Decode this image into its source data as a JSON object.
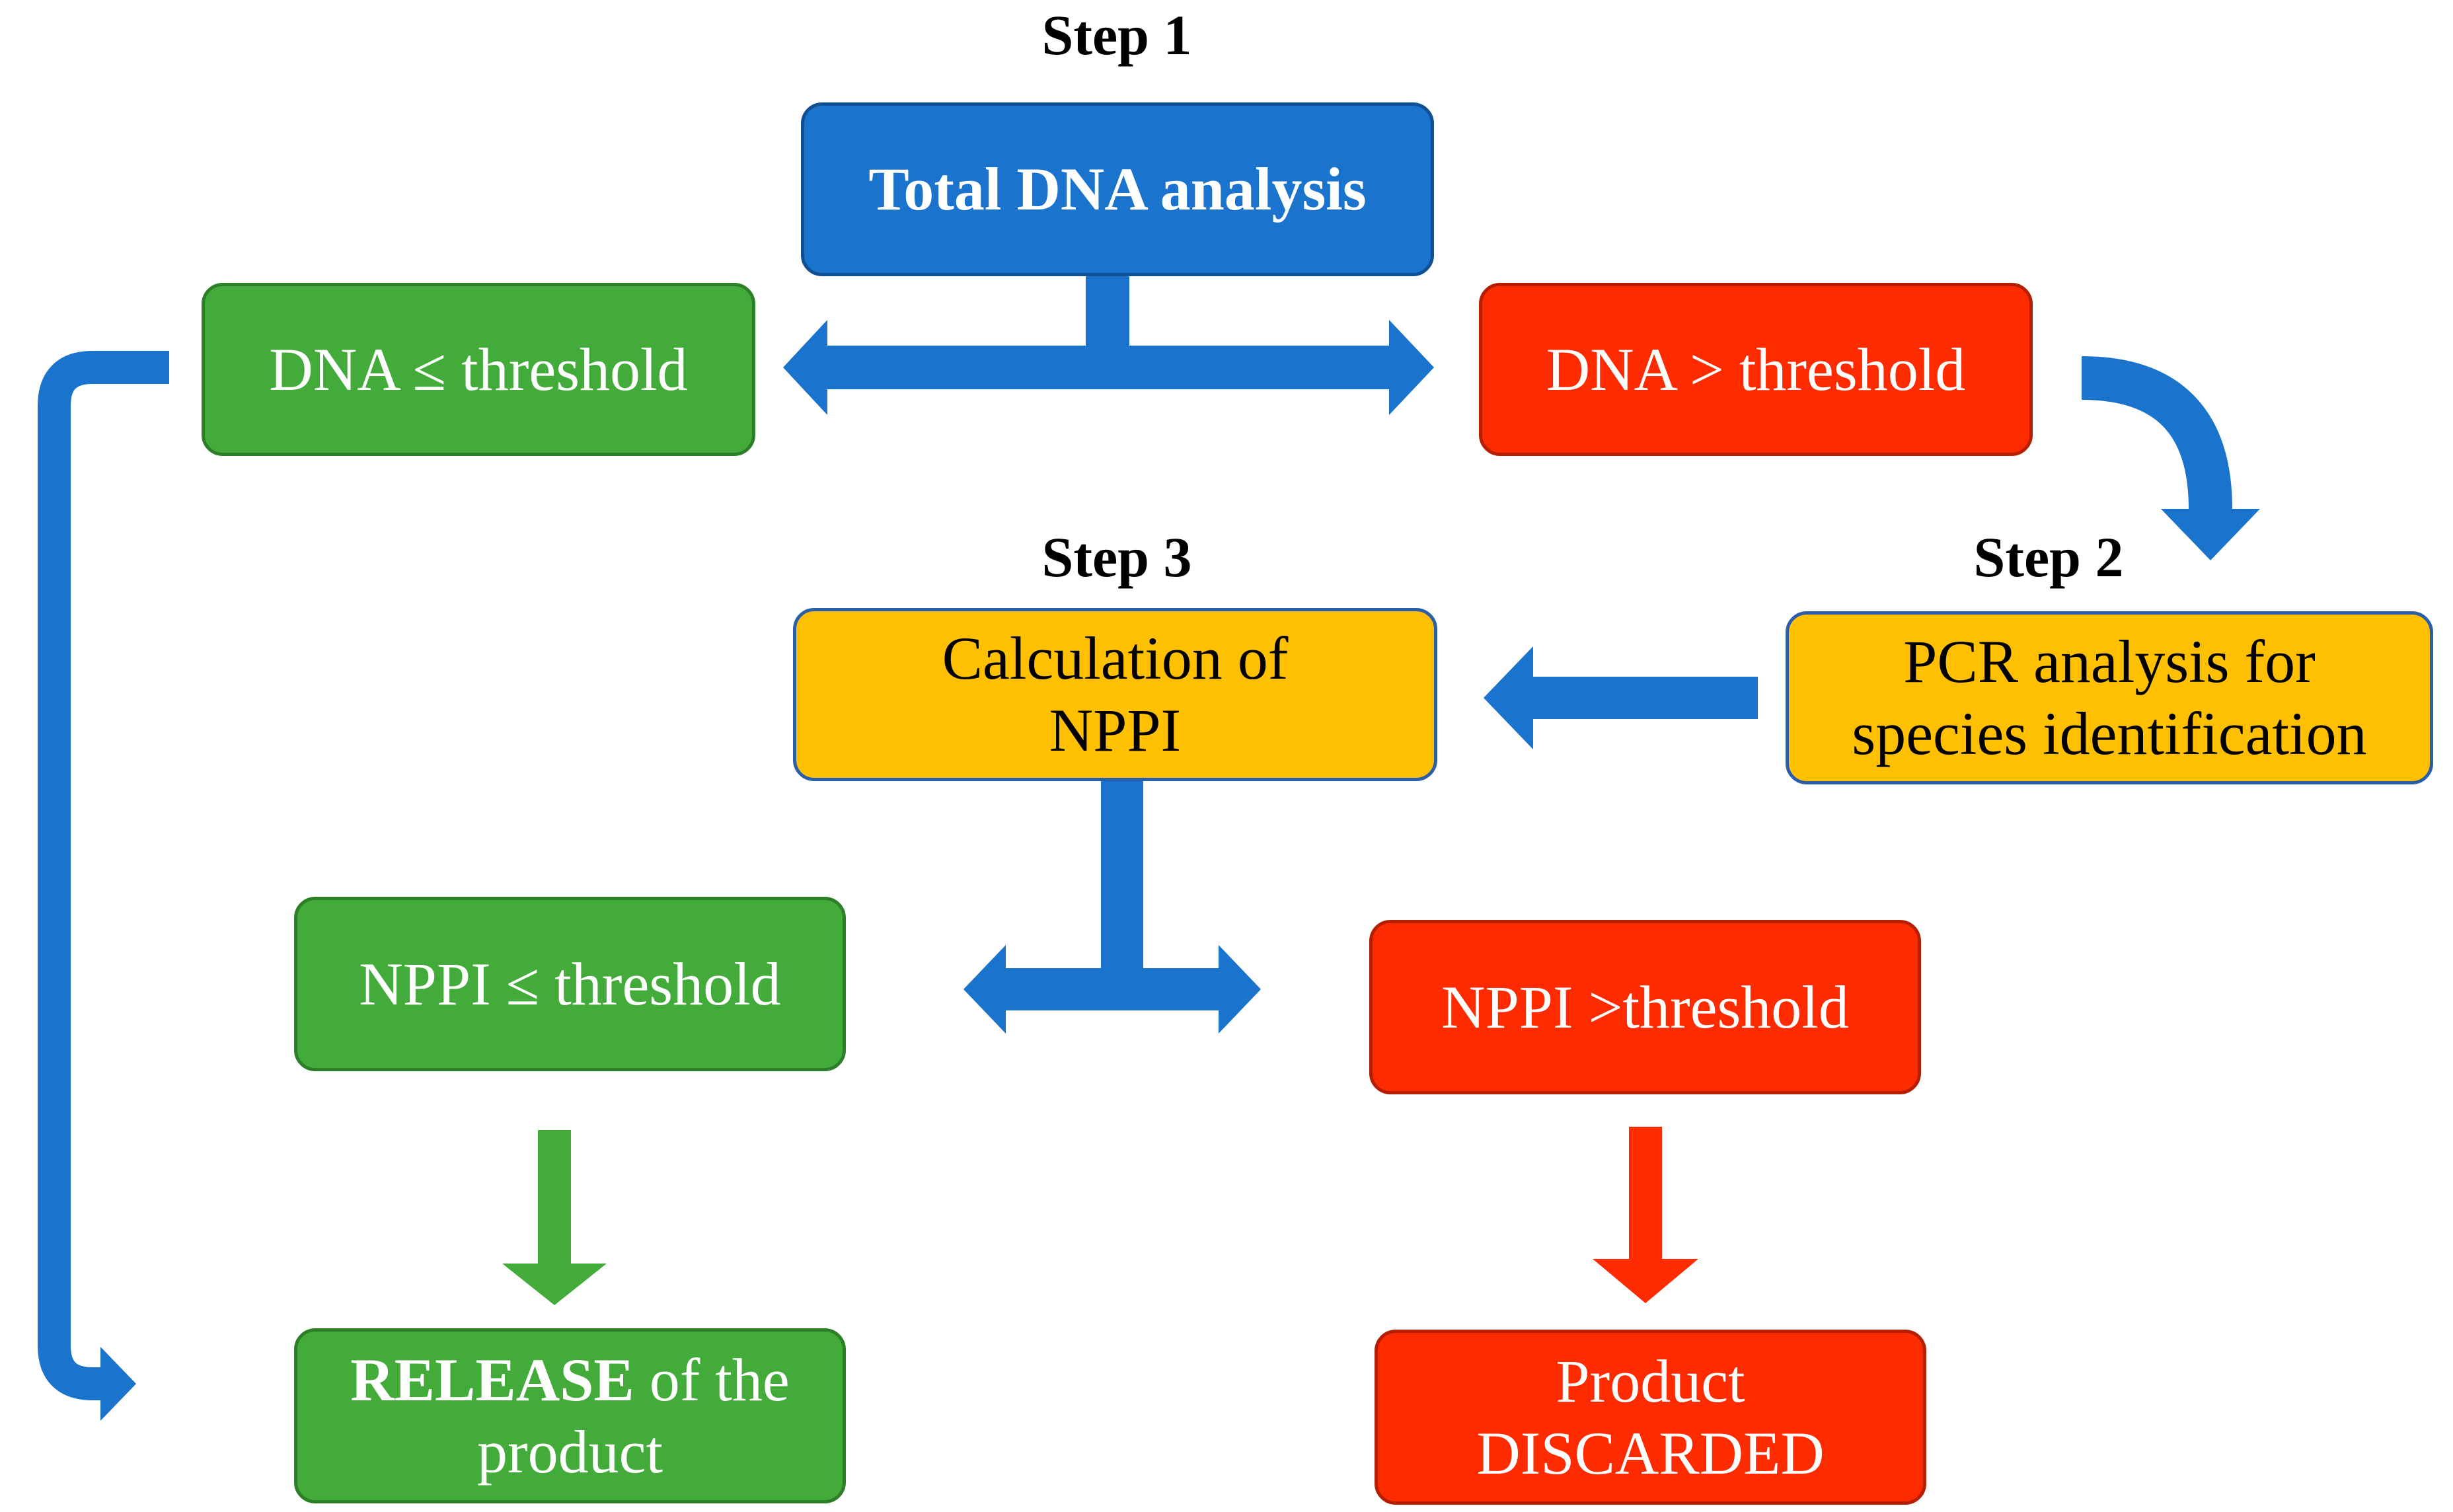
{
  "colors": {
    "blue_box": "#1a73cc",
    "green_box": "#43ab3a",
    "red_box": "#ff2b00",
    "yellow_box": "#fec000",
    "blue_arrow": "#1a73cc",
    "green_arrow": "#43ab3a",
    "red_arrow": "#ff2b00"
  },
  "steps": {
    "step1": "Step 1",
    "step2": "Step 2",
    "step3": "Step 3"
  },
  "nodes": {
    "total_dna": "Total DNA analysis",
    "dna_below": "DNA ≤ threshold",
    "dna_above": "DNA > threshold",
    "pcr_line1": "PCR analysis for",
    "pcr_line2": "species identification",
    "nppi_calc_line1": "Calculation of",
    "nppi_calc_line2": "NPPI",
    "nppi_below": "NPPI ≤ threshold",
    "nppi_above": "NPPI >threshold",
    "release_bold": "RELEASE",
    "release_rest": " of the",
    "release_line2": "product",
    "discard_line1": "Product",
    "discard_line2": "DISCARDED"
  }
}
